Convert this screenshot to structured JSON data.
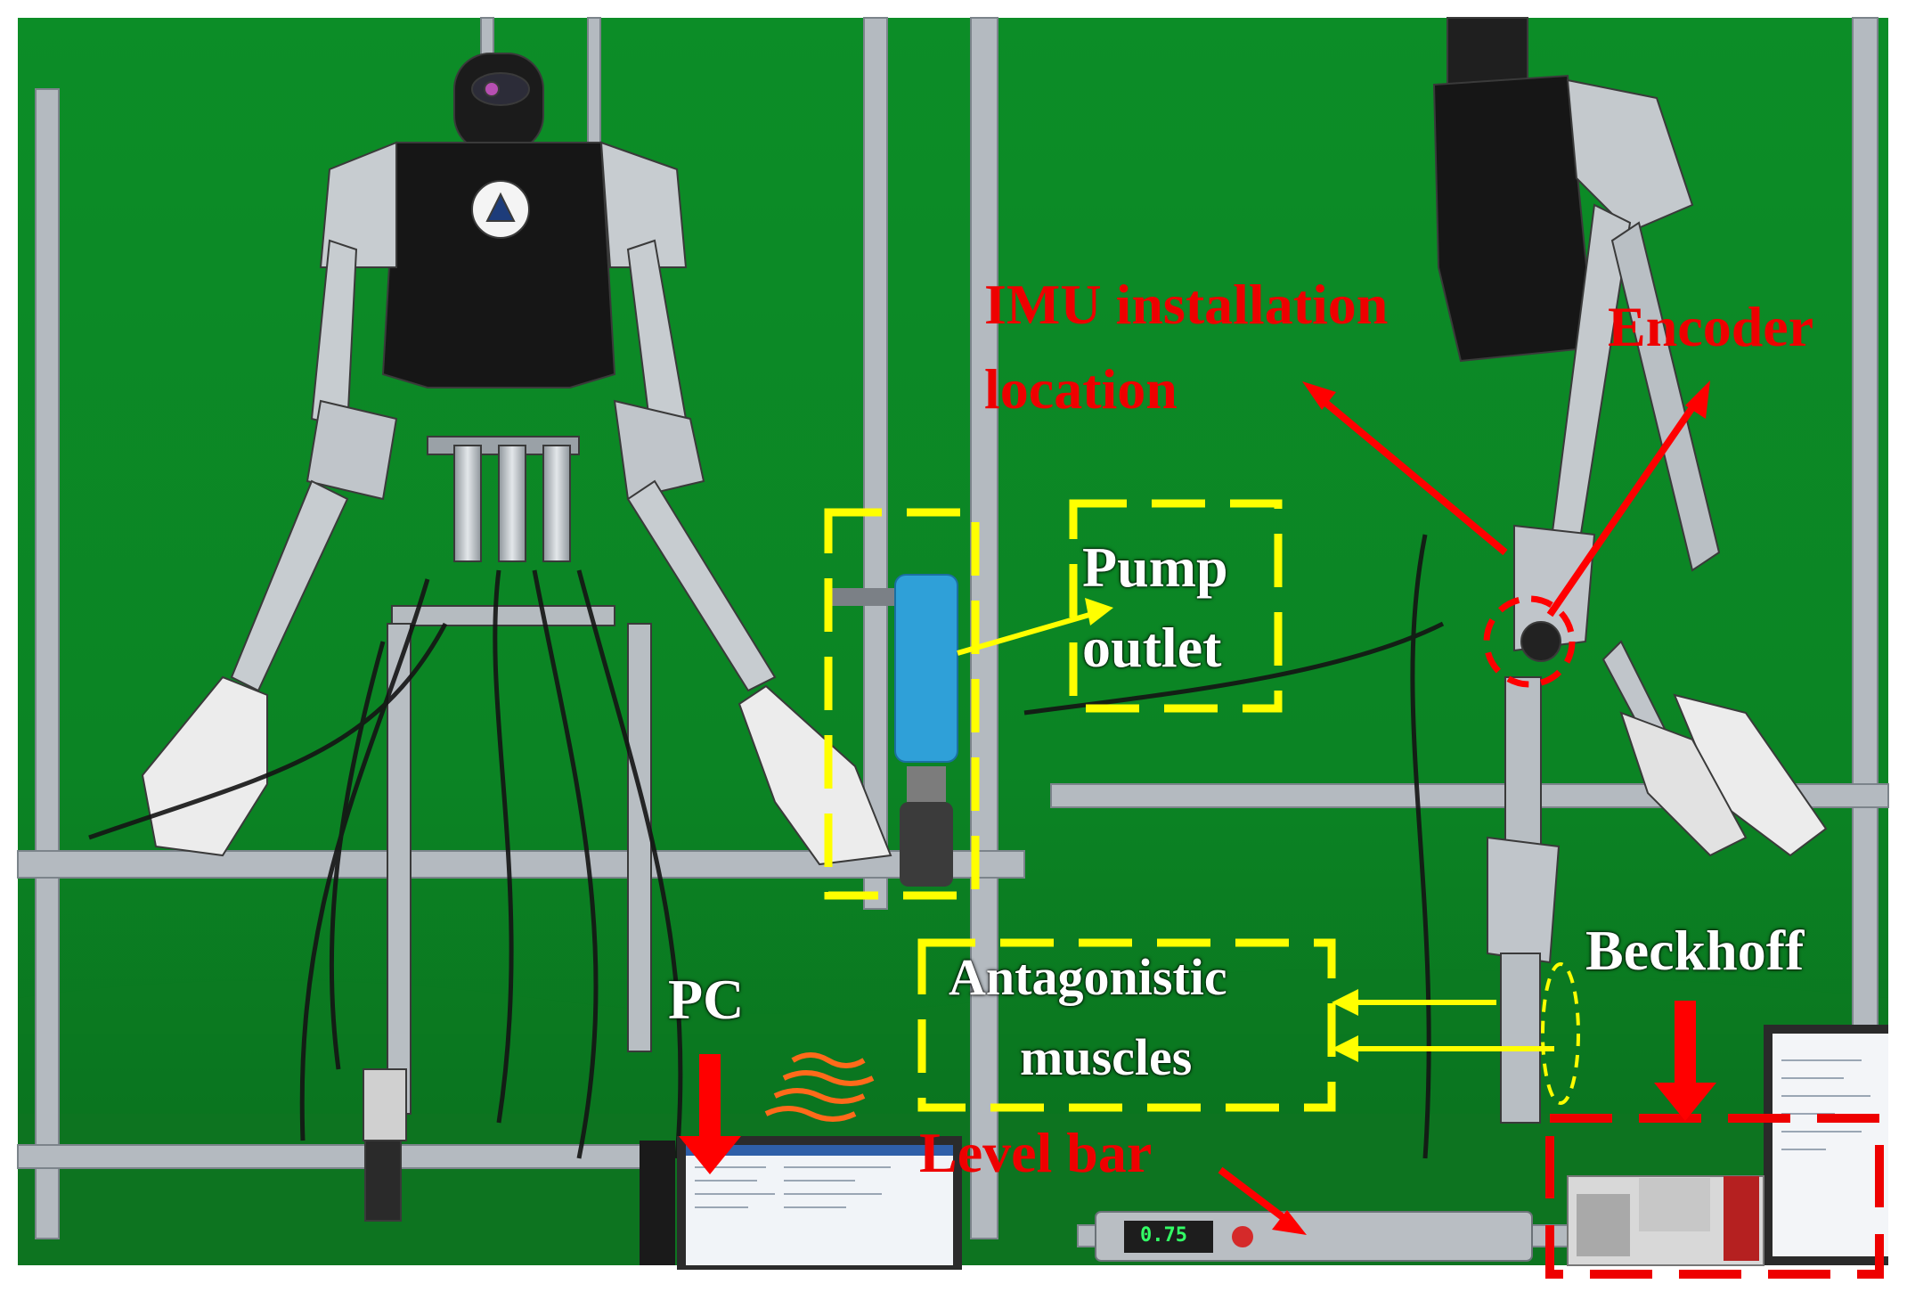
{
  "annotations": {
    "imu": [
      "IMU installation",
      "location"
    ],
    "encoder": "Encoder",
    "pump": [
      "Pump",
      "outlet"
    ],
    "muscles": [
      "Antagonistic",
      "muscles"
    ],
    "beckhoff": "Beckhoff",
    "pc": "PC",
    "level_bar": "Level bar"
  },
  "level_bar_display": "0.75",
  "colors": {
    "background": "#0a8a22",
    "highlight_yellow": "#ffff00",
    "annotation_red": "#ee0000",
    "frame_aluminum": "#b9bfc4",
    "floor": "#0f6f1f"
  }
}
